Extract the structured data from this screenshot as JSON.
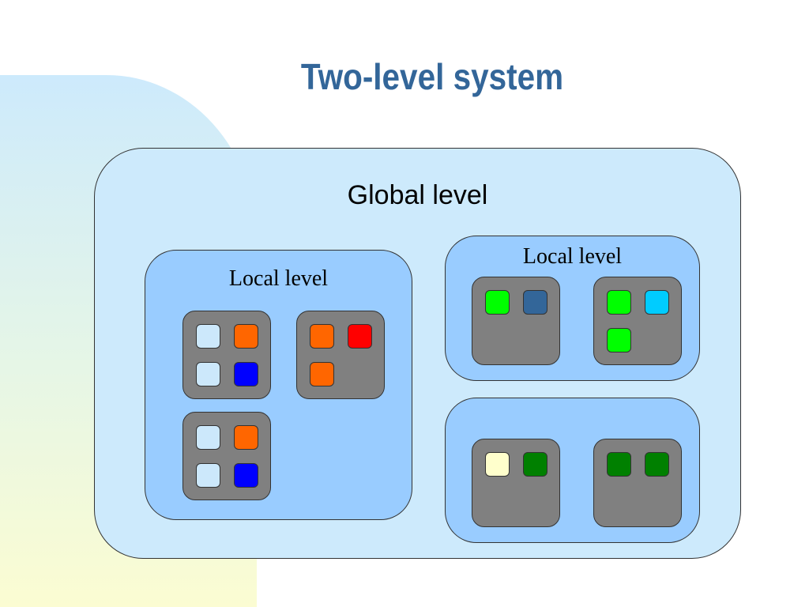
{
  "title": "Two-level system",
  "global_label": "Global level",
  "local_label": "Local level",
  "colors": {
    "global_fill": "#cdeafc",
    "local_fill": "#99ccff",
    "cluster_fill": "#808080",
    "title_color": "#336699"
  },
  "locals": [
    {
      "label": "Local level",
      "clusters": [
        {
          "nodes": [
            "#cce8fb",
            "#ff6600",
            "#cce8fb",
            "#0000ff"
          ]
        },
        {
          "nodes": [
            "#ff6600",
            "#ff0000",
            "#ff6600"
          ]
        },
        {
          "nodes": [
            "#cce8fb",
            "#ff6600",
            "#cce8fb",
            "#0000ff"
          ]
        }
      ]
    },
    {
      "label": "Local level",
      "clusters": [
        {
          "nodes": [
            "#00ff00",
            "#336699"
          ]
        },
        {
          "nodes": [
            "#00ff00",
            "#00ccff",
            "#00ff00"
          ]
        }
      ]
    },
    {
      "label": "",
      "clusters": [
        {
          "nodes": [
            "#ffffcc",
            "#008000"
          ]
        },
        {
          "nodes": [
            "#008000",
            "#008000"
          ]
        }
      ]
    }
  ]
}
